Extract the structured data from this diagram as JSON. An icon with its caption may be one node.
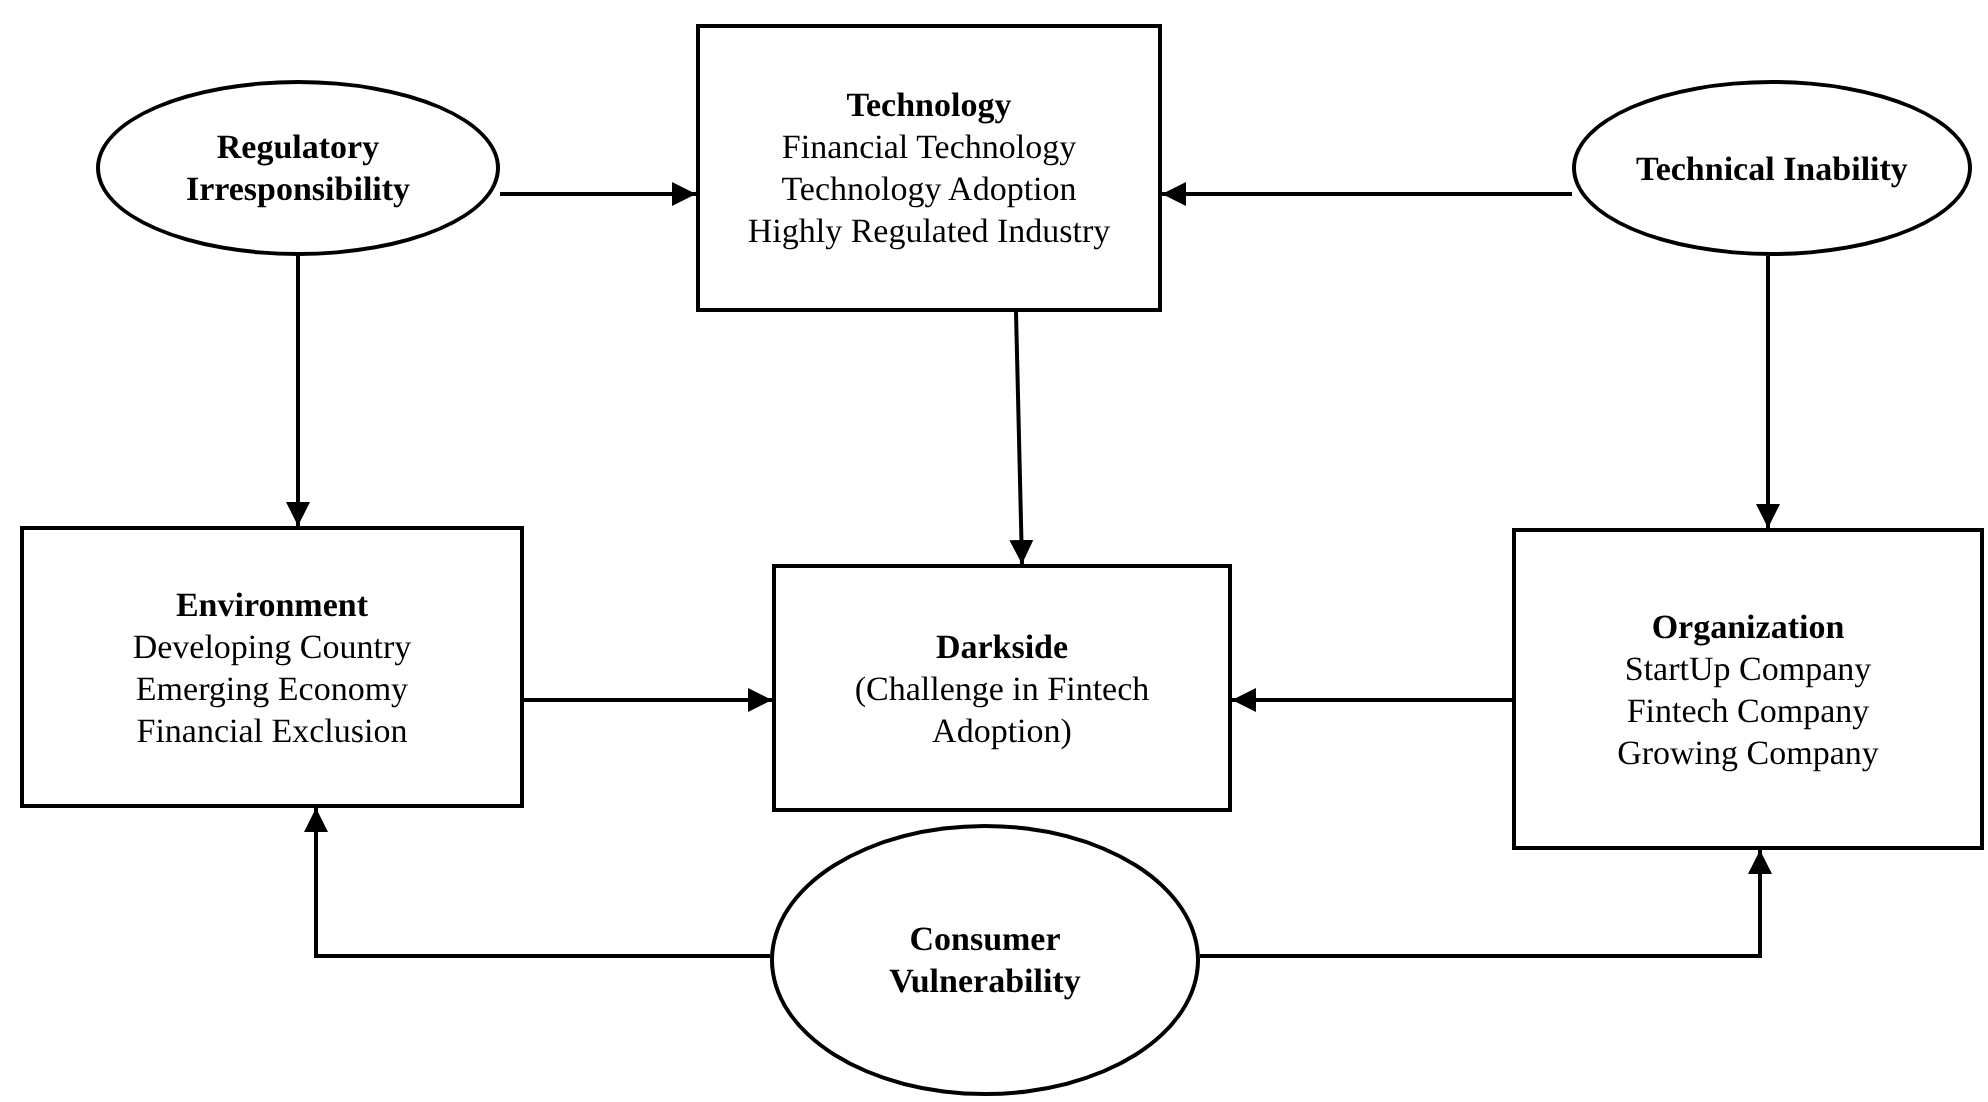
{
  "diagram": {
    "nodes": [
      {
        "text": [
          "Regulatory Irresponsibility"
        ]
      },
      {
        "text": [
          "Technology",
          "Financial Technology",
          "Technology Adoption",
          "Highly Regulated Industry"
        ]
      },
      {
        "text": [
          "Technical Inability"
        ]
      },
      {
        "text": [
          "Environment",
          "Developing Country",
          "Emerging Economy",
          "Financial Exclusion"
        ]
      },
      {
        "text": [
          "Darkside",
          "(Challenge in Fintech Adoption)"
        ]
      },
      {
        "text": [
          "Organization",
          "StartUp Company",
          "Fintech Company",
          "Growing Company"
        ]
      },
      {
        "text": [
          "Consumer Vulnerability"
        ]
      }
    ],
    "edges": [
      {
        "from": 0,
        "to": 1,
        "arrow": "to"
      },
      {
        "from": 2,
        "to": 1,
        "arrow": "to"
      },
      {
        "from": 0,
        "to": 3,
        "arrow": "to"
      },
      {
        "from": 2,
        "to": 5,
        "arrow": "to"
      },
      {
        "from": 1,
        "to": 4,
        "arrow": "to"
      },
      {
        "from": 3,
        "to": 4,
        "arrow": "to"
      },
      {
        "from": 5,
        "to": 4,
        "arrow": "to"
      },
      {
        "from": 6,
        "to": 3,
        "arrow": "to"
      },
      {
        "from": 6,
        "to": 5,
        "arrow": "to"
      }
    ]
  }
}
